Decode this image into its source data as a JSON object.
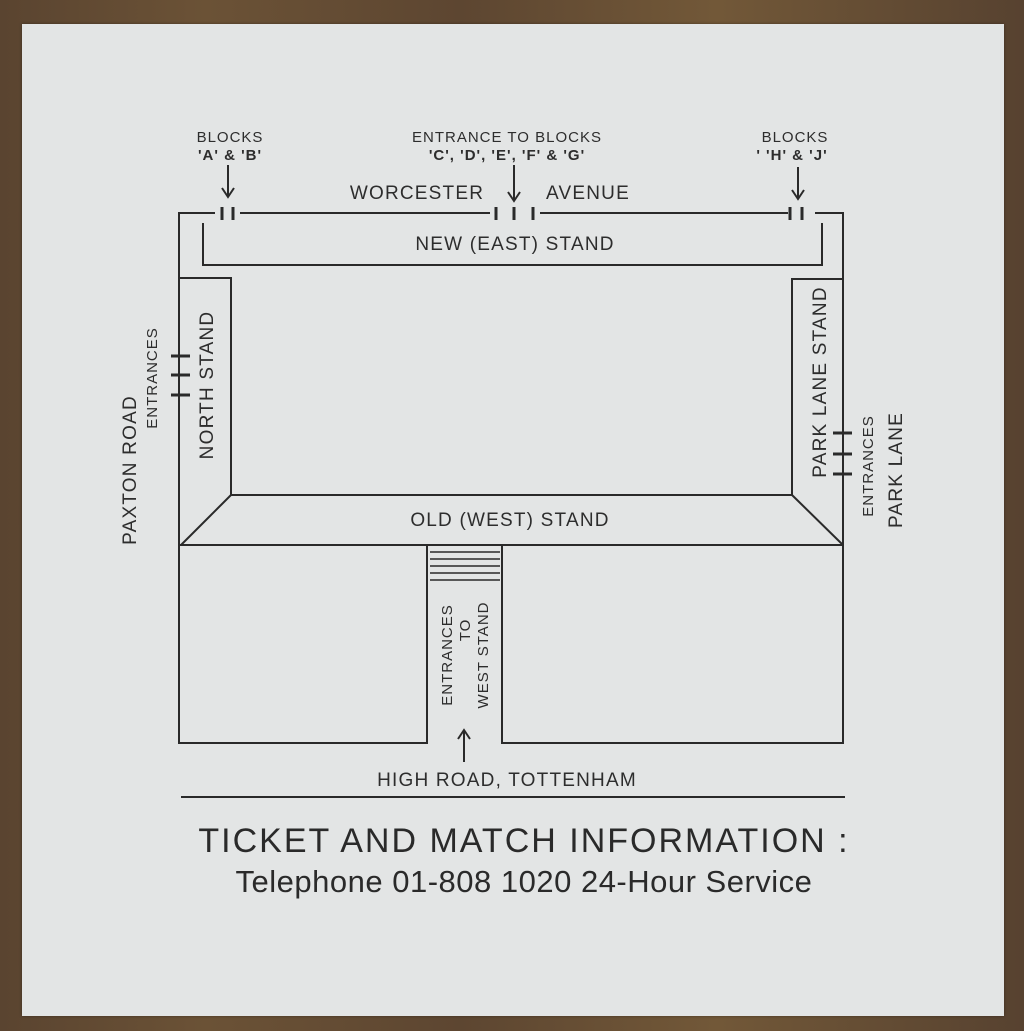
{
  "labels": {
    "blocks_ab_line1": "BLOCKS",
    "blocks_ab_line2": "'A' & 'B'",
    "entrance_cg_line1": "ENTRANCE TO BLOCKS",
    "entrance_cg_line2": "'C', 'D', 'E', 'F' & 'G'",
    "blocks_hj_line1": "BLOCKS",
    "blocks_hj_line2": "' 'H' & 'J'",
    "worcester": "WORCESTER",
    "avenue": "AVENUE",
    "new_east_stand": "NEW (EAST) STAND",
    "north_stand": "NORTH STAND",
    "park_lane_stand": "PARK LANE STAND",
    "old_west_stand": "OLD (WEST) STAND",
    "paxton_road": "PAXTON ROAD",
    "paxton_entrances": "ENTRANCES",
    "park_lane_entrances": "ENTRANCES",
    "park_lane": "PARK LANE",
    "west_entrances_1": "ENTRANCES",
    "west_entrances_2": "TO",
    "west_entrances_3": "WEST STAND",
    "high_road": "HIGH ROAD, TOTTENHAM"
  },
  "footer": {
    "title": "TICKET AND MATCH INFORMATION :",
    "phone": "Telephone 01-808 1020 24-Hour Service"
  }
}
